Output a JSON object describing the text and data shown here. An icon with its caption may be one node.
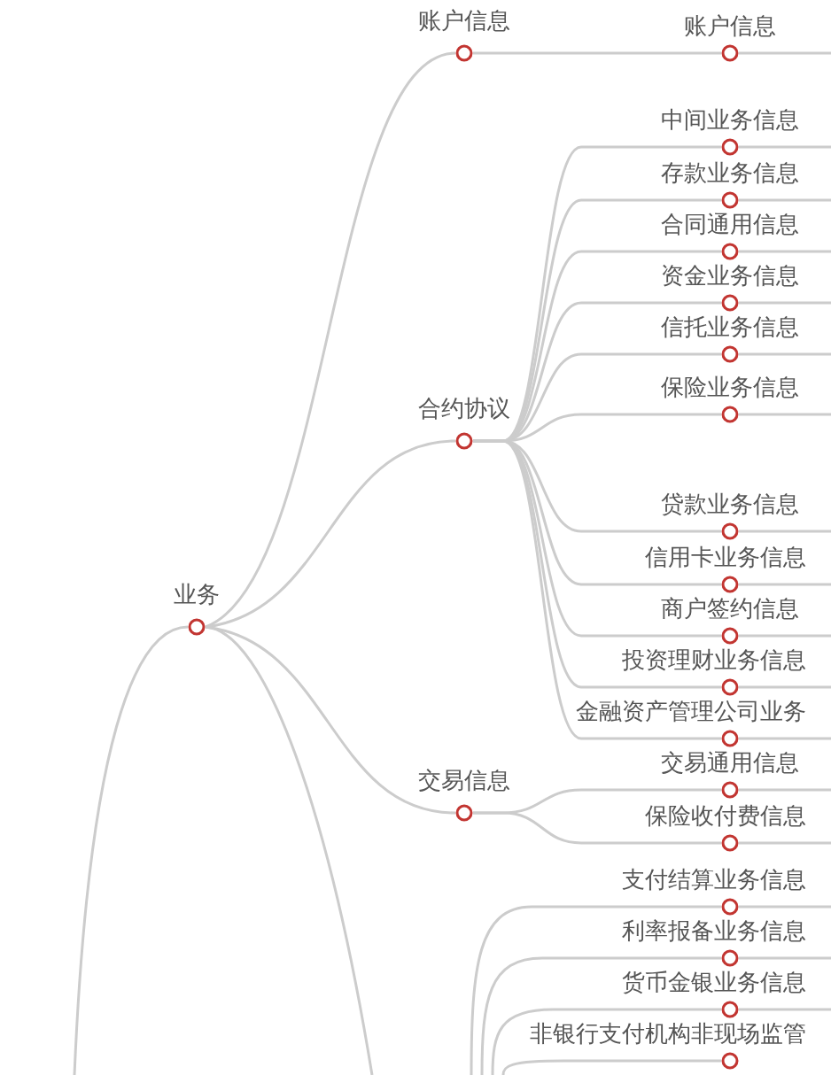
{
  "diagram": {
    "nodes": [
      {
        "text": [
          "业务"
        ]
      },
      {
        "text": [
          "账户信息"
        ]
      },
      {
        "text": [
          "账户信息"
        ]
      },
      {
        "text": [
          "合约协议"
        ]
      },
      {
        "text": [
          "中间业务信息"
        ]
      },
      {
        "text": [
          "存款业务信息"
        ]
      },
      {
        "text": [
          "合同通用信息"
        ]
      },
      {
        "text": [
          "资金业务信息"
        ]
      },
      {
        "text": [
          "信托业务信息"
        ]
      },
      {
        "text": [
          "保险业务信息"
        ]
      },
      {
        "text": [
          "贷款业务信息"
        ]
      },
      {
        "text": [
          "信用卡业务信息"
        ]
      },
      {
        "text": [
          "商户签约信息"
        ]
      },
      {
        "text": [
          "投资理财业务信息"
        ]
      },
      {
        "text": [
          "金融资产管理公司业务"
        ]
      },
      {
        "text": [
          "交易信息"
        ]
      },
      {
        "text": [
          "交易通用信息"
        ]
      },
      {
        "text": [
          "保险收付费信息"
        ]
      },
      {
        "text": [
          "支付结算业务信息"
        ]
      },
      {
        "text": [
          "利率报备业务信息"
        ]
      },
      {
        "text": [
          "货币金银业务信息"
        ]
      },
      {
        "text": [
          "非银行支付机构非现场监管"
        ]
      }
    ],
    "edges": [
      {
        "from": null,
        "to": 0,
        "arrow": "none"
      },
      {
        "from": 0,
        "to": 1,
        "arrow": "none"
      },
      {
        "from": 0,
        "to": 3,
        "arrow": "none"
      },
      {
        "from": 0,
        "to": 15,
        "arrow": "none"
      },
      {
        "from": 0,
        "to": null,
        "arrow": "none"
      },
      {
        "from": 1,
        "to": 2,
        "arrow": "none"
      },
      {
        "from": 3,
        "to": 4,
        "arrow": "none"
      },
      {
        "from": 3,
        "to": 5,
        "arrow": "none"
      },
      {
        "from": 3,
        "to": 6,
        "arrow": "none"
      },
      {
        "from": 3,
        "to": 7,
        "arrow": "none"
      },
      {
        "from": 3,
        "to": 8,
        "arrow": "none"
      },
      {
        "from": 3,
        "to": 9,
        "arrow": "none"
      },
      {
        "from": 3,
        "to": 10,
        "arrow": "none"
      },
      {
        "from": 3,
        "to": 11,
        "arrow": "none"
      },
      {
        "from": 3,
        "to": 12,
        "arrow": "none"
      },
      {
        "from": 3,
        "to": 13,
        "arrow": "none"
      },
      {
        "from": 3,
        "to": 14,
        "arrow": "none"
      },
      {
        "from": 15,
        "to": 16,
        "arrow": "none"
      },
      {
        "from": 15,
        "to": 17,
        "arrow": "none"
      },
      {
        "from": null,
        "to": 18,
        "arrow": "none"
      },
      {
        "from": null,
        "to": 19,
        "arrow": "none"
      },
      {
        "from": null,
        "to": 20,
        "arrow": "none"
      },
      {
        "from": null,
        "to": 21,
        "arrow": "none"
      },
      {
        "from": 2,
        "to": null,
        "arrow": "none"
      },
      {
        "from": 4,
        "to": null,
        "arrow": "none"
      },
      {
        "from": 5,
        "to": null,
        "arrow": "none"
      },
      {
        "from": 6,
        "to": null,
        "arrow": "none"
      },
      {
        "from": 7,
        "to": null,
        "arrow": "none"
      },
      {
        "from": 8,
        "to": null,
        "arrow": "none"
      },
      {
        "from": 9,
        "to": null,
        "arrow": "none"
      },
      {
        "from": 10,
        "to": null,
        "arrow": "none"
      },
      {
        "from": 11,
        "to": null,
        "arrow": "none"
      },
      {
        "from": 12,
        "to": null,
        "arrow": "none"
      },
      {
        "from": 13,
        "to": null,
        "arrow": "none"
      },
      {
        "from": 14,
        "to": null,
        "arrow": "none"
      },
      {
        "from": 16,
        "to": null,
        "arrow": "none"
      },
      {
        "from": 17,
        "to": null,
        "arrow": "none"
      },
      {
        "from": 18,
        "to": null,
        "arrow": "none"
      },
      {
        "from": 19,
        "to": null,
        "arrow": "none"
      },
      {
        "from": 20,
        "to": null,
        "arrow": "none"
      }
    ]
  }
}
